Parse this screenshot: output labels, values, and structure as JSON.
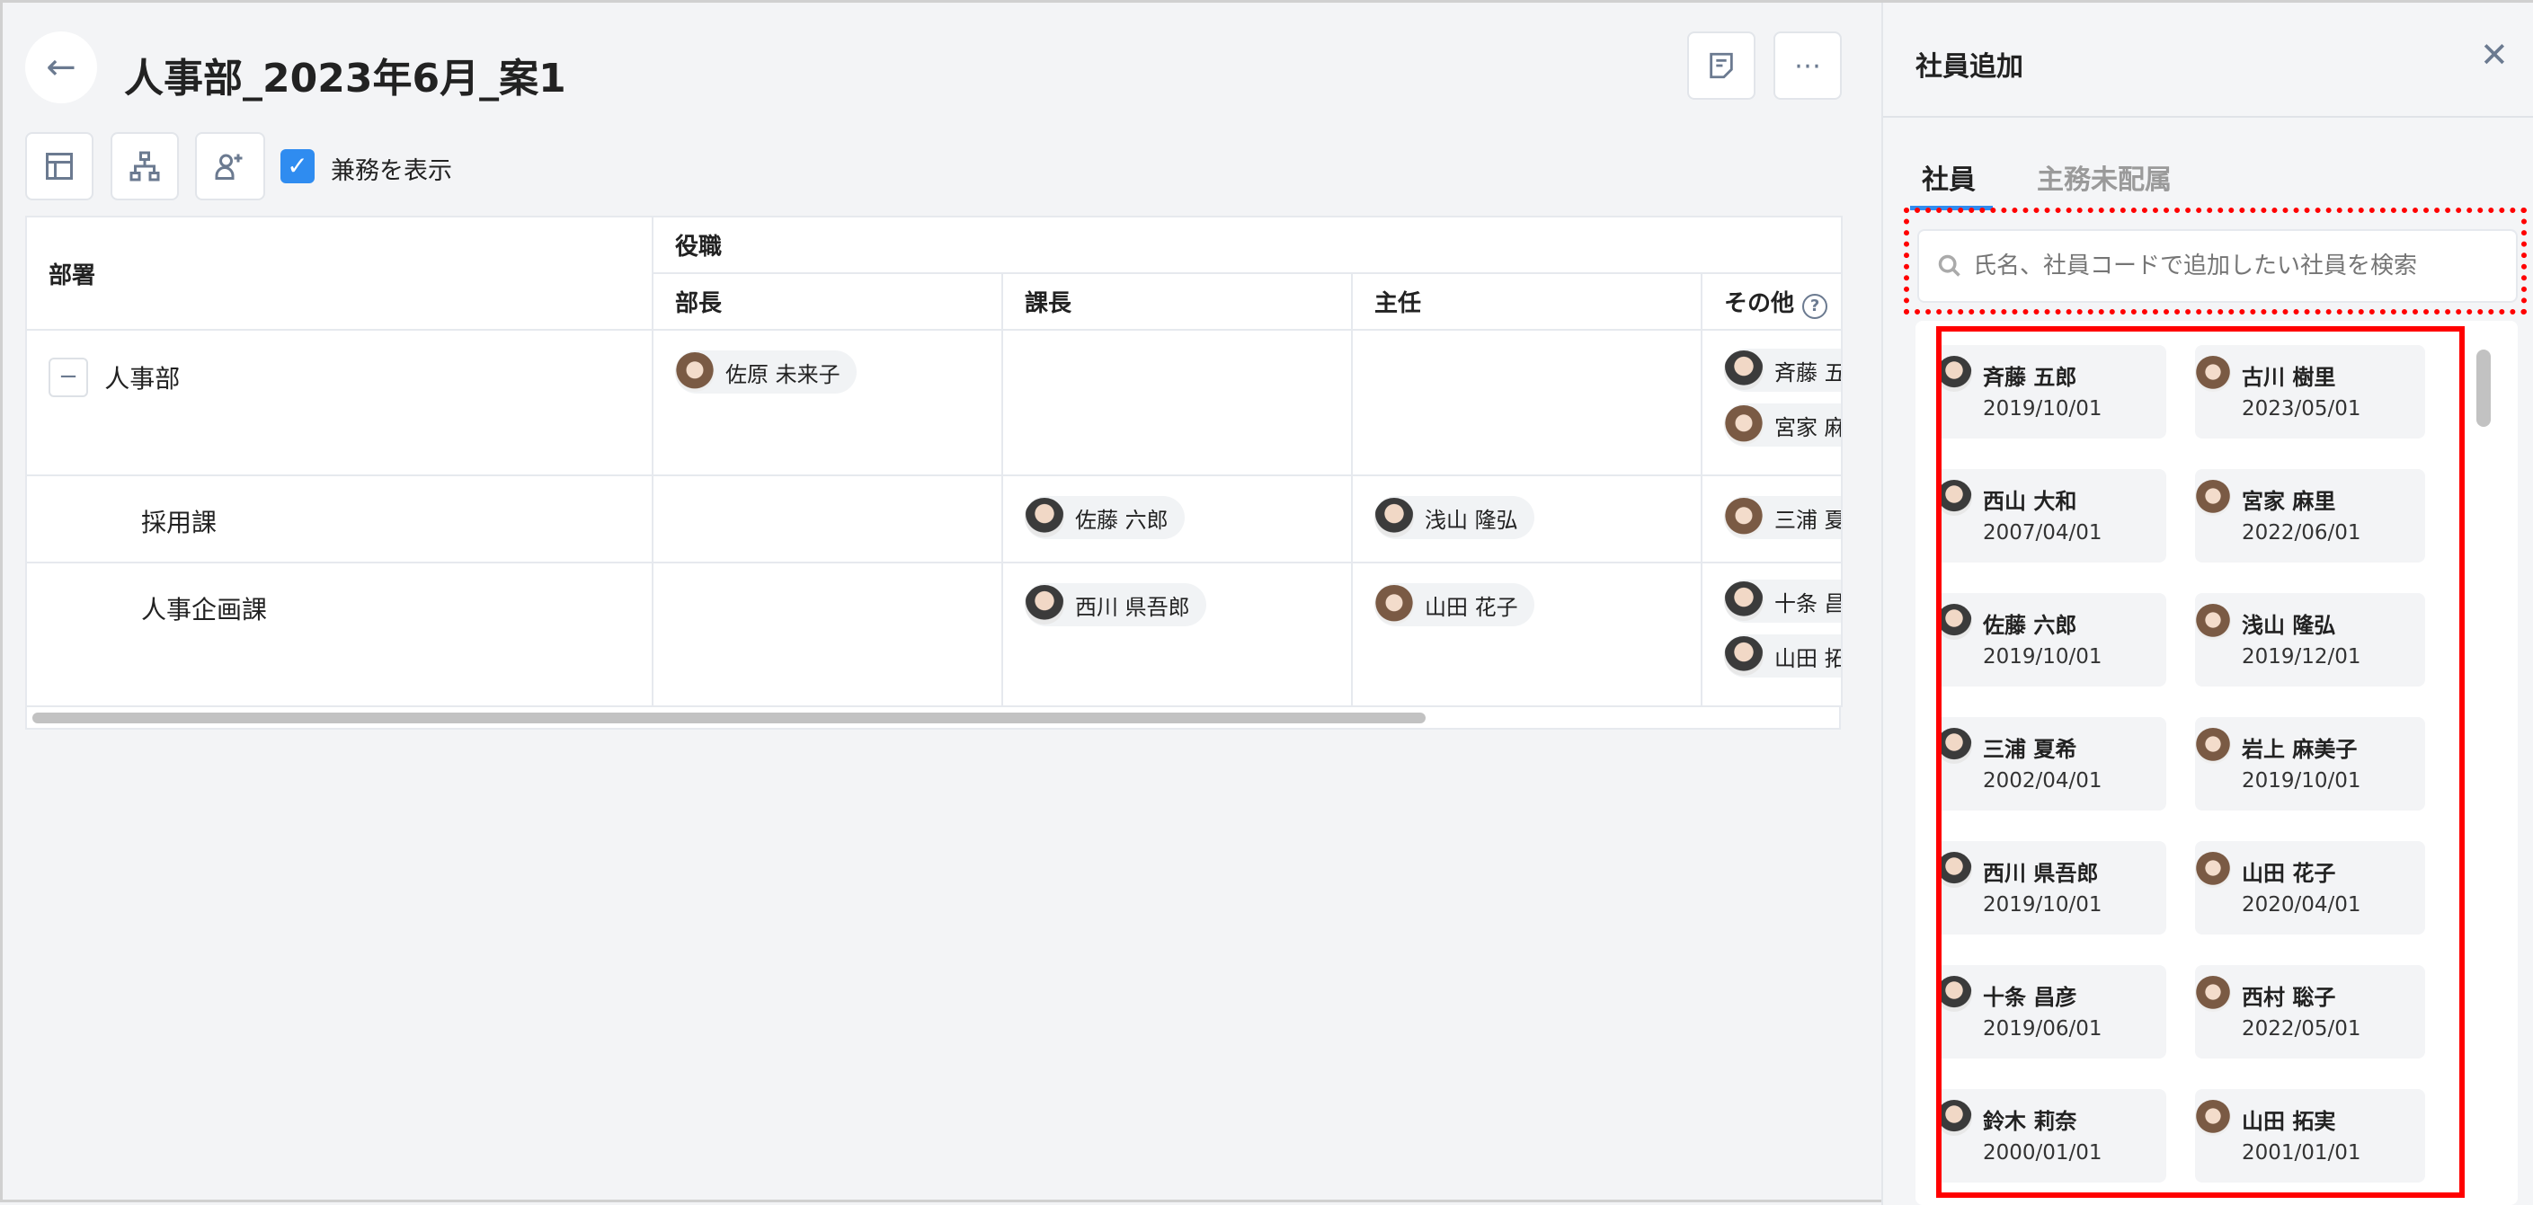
{
  "header": {
    "title": "人事部_2023年6月_案1"
  },
  "toolbar": {
    "show_concurrent_label": "兼務を表示",
    "show_concurrent_checked": true
  },
  "table": {
    "col_department": "部署",
    "col_position_group": "役職",
    "positions": [
      "部長",
      "課長",
      "主任",
      "その他"
    ],
    "rows": [
      {
        "department": "人事部",
        "bucho": [
          "佐原 未来子"
        ],
        "kacho": [],
        "shunin": [],
        "other": [
          "斉藤 五",
          "宮家 麻"
        ]
      },
      {
        "department": "採用課",
        "bucho": [],
        "kacho": [
          "佐藤 六郎"
        ],
        "shunin": [
          "浅山 隆弘"
        ],
        "other": [
          "三浦 夏"
        ]
      },
      {
        "department": "人事企画課",
        "bucho": [],
        "kacho": [
          "西川 県吾郎"
        ],
        "shunin": [
          "山田 花子"
        ],
        "other": [
          "十条 昌",
          "山田 拓"
        ]
      }
    ]
  },
  "panel": {
    "title": "社員追加",
    "tabs": [
      "社員",
      "主務未配属"
    ],
    "search_placeholder": "氏名、社員コードで追加したい社員を検索",
    "employees": [
      {
        "name": "斉藤 五郎",
        "date": "2019/10/01"
      },
      {
        "name": "古川 樹里",
        "date": "2023/05/01"
      },
      {
        "name": "西山 大和",
        "date": "2007/04/01"
      },
      {
        "name": "宮家 麻里",
        "date": "2022/06/01"
      },
      {
        "name": "佐藤 六郎",
        "date": "2019/10/01"
      },
      {
        "name": "浅山 隆弘",
        "date": "2019/12/01"
      },
      {
        "name": "三浦 夏希",
        "date": "2002/04/01"
      },
      {
        "name": "岩上 麻美子",
        "date": "2019/10/01"
      },
      {
        "name": "西川 県吾郎",
        "date": "2019/10/01"
      },
      {
        "name": "山田 花子",
        "date": "2020/04/01"
      },
      {
        "name": "十条 昌彦",
        "date": "2019/06/01"
      },
      {
        "name": "西村 聡子",
        "date": "2022/05/01"
      },
      {
        "name": "鈴木 莉奈",
        "date": "2000/01/01"
      },
      {
        "name": "山田 拓実",
        "date": "2001/01/01"
      }
    ]
  },
  "colors": {
    "accent": "#2f8cf0",
    "highlight": "#ff0000"
  }
}
